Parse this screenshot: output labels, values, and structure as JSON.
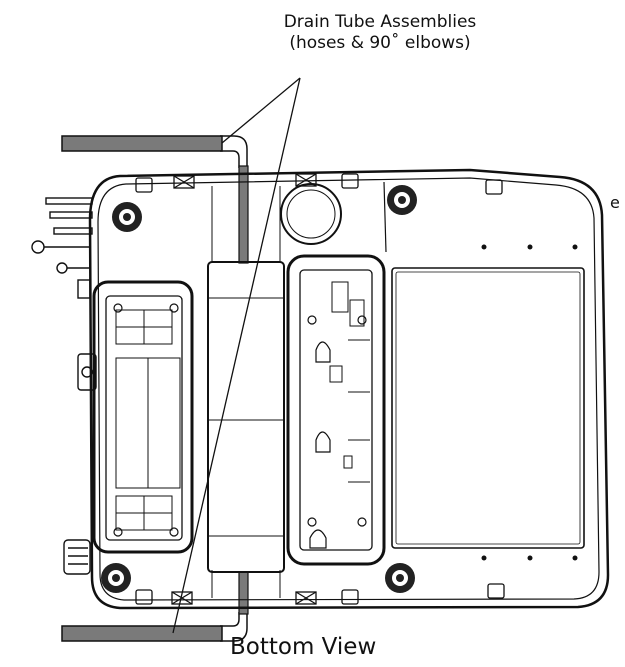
{
  "callout": {
    "line1": "Drain Tube Assemblies",
    "line2": "(hoses & 90˚ elbows)"
  },
  "caption": "Bottom View",
  "edge_fragment": "e",
  "colors": {
    "ink": "#111111",
    "hose": "#7a7a7a",
    "paper": "#ffffff"
  }
}
